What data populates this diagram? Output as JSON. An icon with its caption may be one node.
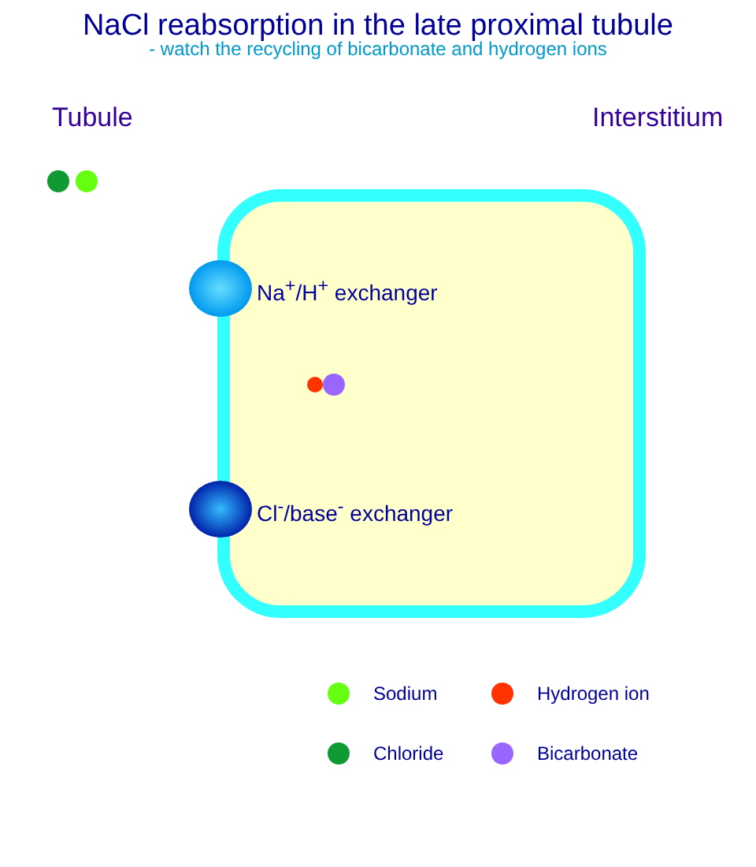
{
  "diagram": {
    "title": "NaCl reabsorption in the late proximal tubule",
    "nodes": [
      {
        "text": [],
        "shape": "box"
      },
      {
        "text": [
          "Na$^{+}$/H$^{+}$ exchanger"
        ],
        "in": 0
      },
      {
        "text": [
          "Cl$^{-}$/base$^{-}$ exchanger"
        ],
        "in": 0
      }
    ],
    "edges": [],
    "labels": [
      "- watch the recycling of bicarbonate and hydrogen ions",
      "Tubule",
      "Interstitium"
    ],
    "legend": [
      {
        "text": "Sodium",
        "color": "#66ff11"
      },
      {
        "text": "Hydrogen ion",
        "color": "#ff3300"
      },
      {
        "text": "Chloride",
        "color": "#119933"
      },
      {
        "text": "Bicarbonate",
        "color": "#9966ff"
      }
    ]
  }
}
